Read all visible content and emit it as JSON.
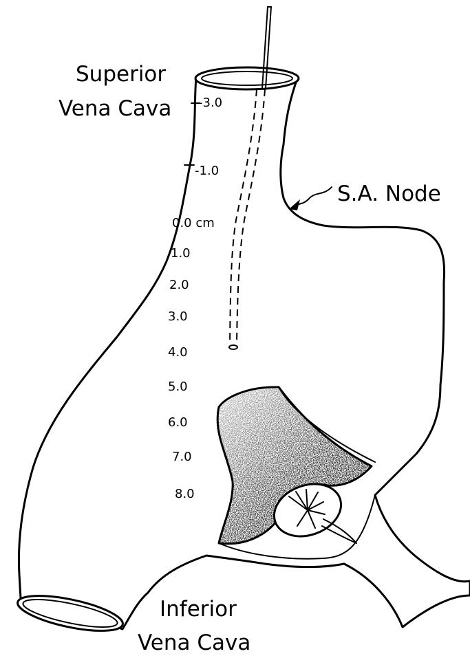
{
  "labels": {
    "svc_line1": "Superior",
    "svc_line2": "Vena Cava",
    "ivc_line1": "Inferior",
    "ivc_line2": "Vena Cava",
    "sa_node": "S.A. Node"
  },
  "scale": [
    "-3.0",
    "-1.0",
    "0.0 cm",
    "1.0",
    "2.0",
    "3.0",
    "4.0",
    "5.0",
    "6.0",
    "7.0",
    "8.0"
  ]
}
